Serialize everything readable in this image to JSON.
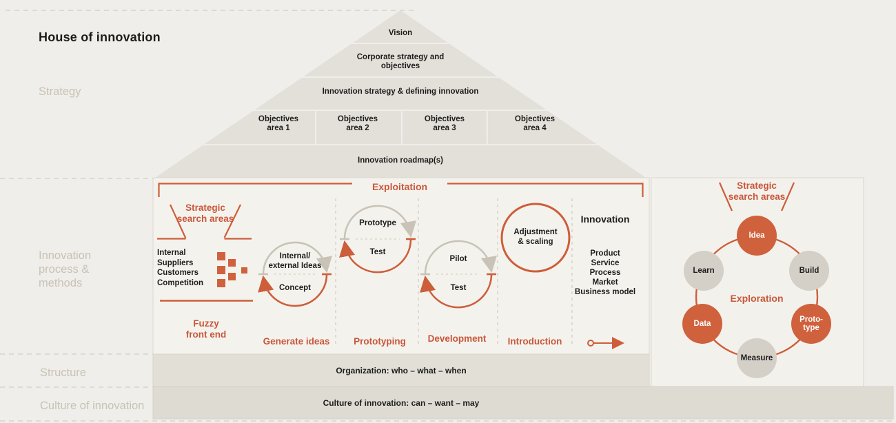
{
  "title": "House of innovation",
  "rows": {
    "strategy": "Strategy",
    "process_methods": "Innovation\nprocess &\nmethods",
    "structure": "Structure",
    "culture": "Culture of innovation"
  },
  "roof": {
    "vision": "Vision",
    "corporate_strategy": "Corporate strategy and\nobjectives",
    "innovation_strategy": "Innovation strategy & defining innovation",
    "objectives": [
      "Objectives\narea 1",
      "Objectives\narea 2",
      "Objectives\narea 3",
      "Objectives\narea 4"
    ],
    "roadmap": "Innovation roadmap(s)"
  },
  "exploitation": {
    "heading": "Exploitation",
    "strategic_search_areas": "Strategic\nsearch areas",
    "input_sources": "Internal\nSuppliers\nCustomers\nCompetition",
    "stages": {
      "fuzzy_front_end": "Fuzzy\nfront end",
      "generate_ideas": "Generate ideas",
      "prototyping": "Prototyping",
      "development": "Development",
      "introduction": "Introduction"
    },
    "cycles": {
      "generate_top": "Internal/\nexternal Ideas",
      "generate_bottom": "Concept",
      "prototyping_top": "Prototype",
      "prototyping_bottom": "Test",
      "development_top": "Pilot",
      "development_bottom": "Test",
      "introduction_circle": "Adjustment\n& scaling"
    },
    "innovation": {
      "heading": "Innovation",
      "outputs": "Product\nService\nProcess\nMarket\nBusiness model"
    }
  },
  "exploration": {
    "heading": "Exploration",
    "strategic_search_areas": "Strategic\nsearch areas",
    "nodes": [
      {
        "label": "Idea",
        "color": "orange"
      },
      {
        "label": "Build",
        "color": "gray"
      },
      {
        "label": "Proto-\ntype",
        "color": "orange"
      },
      {
        "label": "Measure",
        "color": "gray"
      },
      {
        "label": "Data",
        "color": "orange"
      },
      {
        "label": "Learn",
        "color": "gray"
      }
    ]
  },
  "bars": {
    "organization": "Organization: who – what – when",
    "culture": "Culture of innovation: can – want – may"
  },
  "colors": {
    "accent_orange": "#cd5e3a",
    "orange_fill": "#d0613d",
    "gray_arc": "#c9c3b7",
    "node_gray": "#d4d0c7",
    "background": "#f0eeea",
    "panel": "#f4f2ed",
    "roof": "#e3e0d9",
    "organization_bar": "#e2dfd7",
    "culture_bar": "#dedbd3",
    "muted_label": "#c8c2b4"
  }
}
